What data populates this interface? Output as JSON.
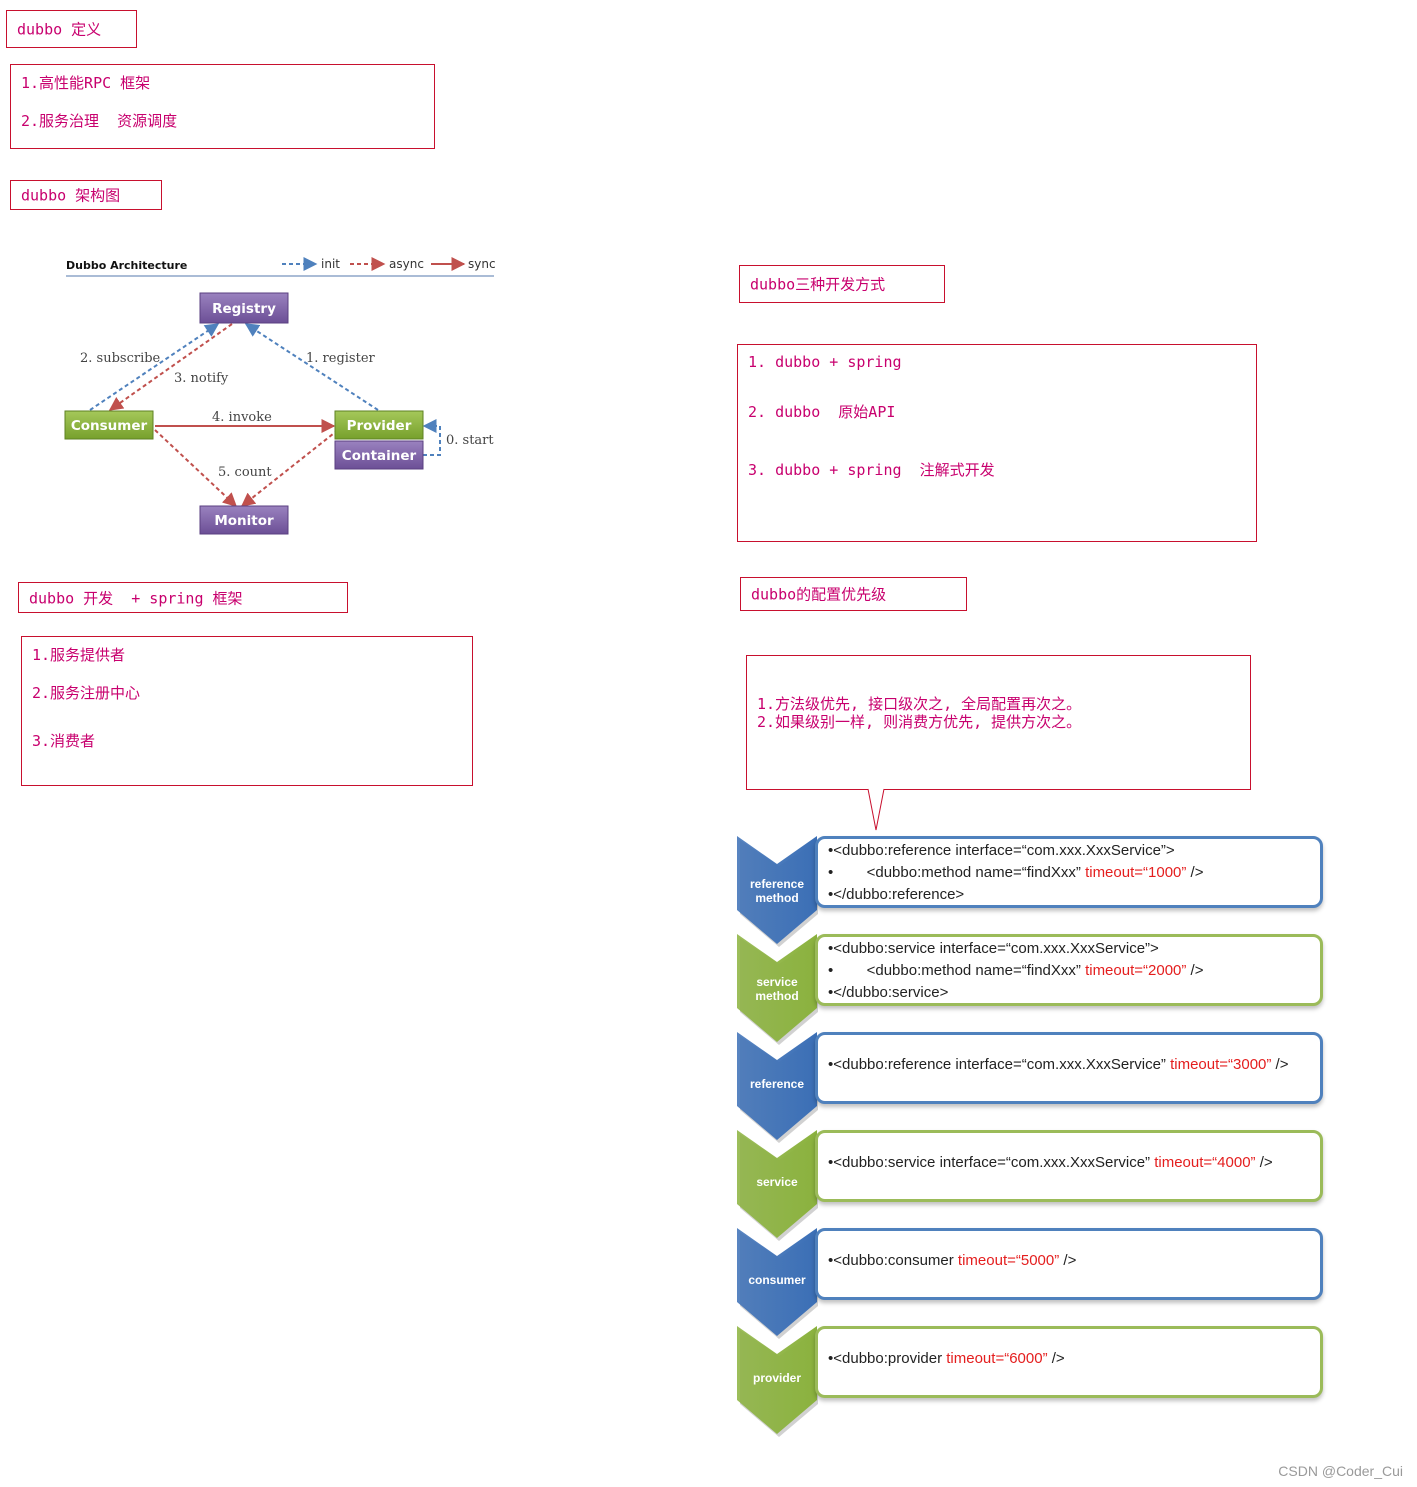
{
  "definition": {
    "title": "dubbo 定义",
    "items": [
      "1.高性能RPC 框架",
      "2.服务治理  资源调度"
    ]
  },
  "architecture": {
    "title": "dubbo 架构图",
    "diagram_title": "Dubbo Architecture",
    "legend": [
      {
        "label": "init",
        "color": "#4f81bd"
      },
      {
        "label": "async",
        "color": "#c0504d"
      },
      {
        "label": "sync",
        "color": "#c0504d"
      }
    ],
    "nodes": {
      "registry": {
        "label": "Registry",
        "color": "#8064a2"
      },
      "consumer": {
        "label": "Consumer",
        "color": "#8bb23e"
      },
      "provider": {
        "label": "Provider",
        "color": "#8bb23e"
      },
      "container": {
        "label": "Container",
        "color": "#8064a2"
      },
      "monitor": {
        "label": "Monitor",
        "color": "#8064a2"
      }
    },
    "edges": {
      "start": "0. start",
      "register": "1. register",
      "subscribe": "2. subscribe",
      "notify": "3. notify",
      "invoke": "4. invoke",
      "count": "5. count"
    }
  },
  "dev_spring": {
    "title": "dubbo 开发  + spring 框架",
    "items": [
      "1.服务提供者",
      "2.服务注册中心",
      "3.消费者"
    ]
  },
  "dev_modes": {
    "title": "dubbo三种开发方式",
    "items": [
      "1. dubbo + spring",
      "2. dubbo  原始API",
      "3. dubbo + spring  注解式开发"
    ]
  },
  "config_priority": {
    "title": "dubbo的配置优先级",
    "notes": [
      "1.方法级优先, 接口级次之, 全局配置再次之。",
      "2.如果级别一样, 则消费方优先, 提供方次之。"
    ],
    "levels": [
      {
        "label": "reference method",
        "color": "#3b6fb6",
        "border": "#4f81bd",
        "lines": [
          {
            "prefix": "•<dubbo:reference interface=“com.xxx.XxxService”>",
            "hl": "",
            "suffix": ""
          },
          {
            "prefix": "•        <dubbo:method name=“findXxx” ",
            "hl": "timeout=“1000”",
            "suffix": " />"
          },
          {
            "prefix": "•</dubbo:reference>",
            "hl": "",
            "suffix": ""
          }
        ]
      },
      {
        "label": "service method",
        "color": "#8bb23e",
        "border": "#9bbb59",
        "lines": [
          {
            "prefix": "•<dubbo:service interface=“com.xxx.XxxService”>",
            "hl": "",
            "suffix": ""
          },
          {
            "prefix": "•        <dubbo:method name=“findXxx” ",
            "hl": "timeout=“2000”",
            "suffix": " />"
          },
          {
            "prefix": "•</dubbo:service>",
            "hl": "",
            "suffix": ""
          }
        ]
      },
      {
        "label": "reference",
        "color": "#3b6fb6",
        "border": "#4f81bd",
        "lines": [
          {
            "prefix": "•<dubbo:reference interface=“com.xxx.XxxService” ",
            "hl": "timeout=“3000”",
            "suffix": " />"
          }
        ]
      },
      {
        "label": "service",
        "color": "#8bb23e",
        "border": "#9bbb59",
        "lines": [
          {
            "prefix": "•<dubbo:service interface=“com.xxx.XxxService” ",
            "hl": "timeout=“4000”",
            "suffix": " />"
          }
        ]
      },
      {
        "label": "consumer",
        "color": "#3b6fb6",
        "border": "#4f81bd",
        "lines": [
          {
            "prefix": "•<dubbo:consumer ",
            "hl": "timeout=“5000”",
            "suffix": " />"
          }
        ]
      },
      {
        "label": "provider",
        "color": "#8bb23e",
        "border": "#9bbb59",
        "lines": [
          {
            "prefix": "•<dubbo:provider ",
            "hl": "timeout=“6000”",
            "suffix": " />"
          }
        ]
      }
    ]
  },
  "watermark": "CSDN @Coder_Cui"
}
